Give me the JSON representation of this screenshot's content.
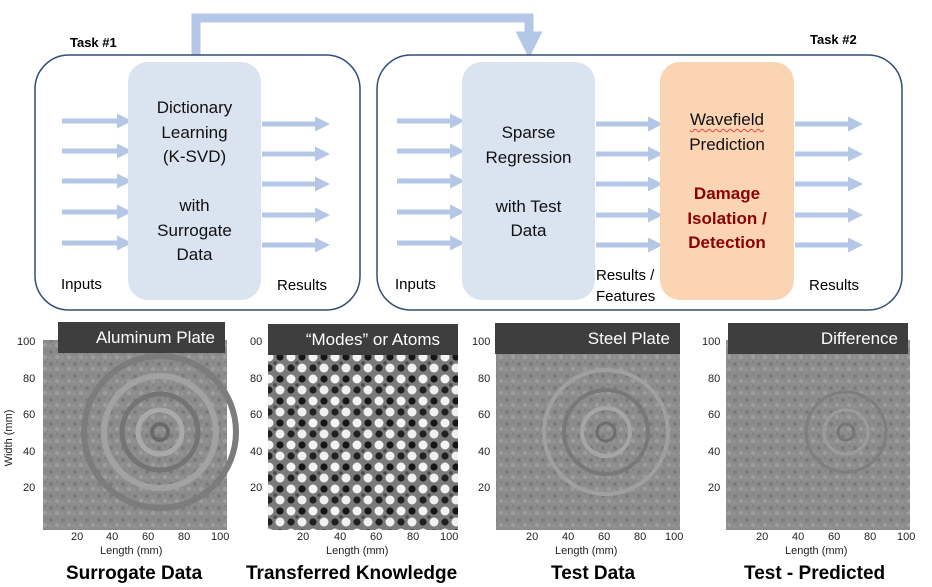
{
  "task1": {
    "label": "Task #1",
    "box_lines": [
      "Dictionary",
      "Learning",
      "(K-SVD)",
      "",
      "with",
      "Surrogate",
      "Data"
    ],
    "inputs_label": "Inputs",
    "results_label": "Results"
  },
  "task2": {
    "label": "Task #2",
    "regression_lines": [
      "Sparse",
      "Regression",
      "",
      "with Test",
      "Data"
    ],
    "prediction_lines": [
      "Wavefield",
      "Prediction"
    ],
    "damage_lines": [
      "Damage",
      "Isolation /",
      "Detection"
    ],
    "inputs_label": "Inputs",
    "results_features_lines": [
      "Results /",
      "Features"
    ],
    "results_label": "Results"
  },
  "colors": {
    "arrow": "#b4c7e7",
    "container_border": "#2f4f74",
    "box_blue": "#dae3f0",
    "box_orange": "#fbd4b4",
    "damage_text": "#8b0000",
    "strip": "#3e3e3e"
  },
  "panels": [
    {
      "strip": "Aluminum Plate",
      "caption": "Surrogate Data",
      "y_label": "Width (mm)",
      "x_label": "Length (mm)"
    },
    {
      "strip": "“Modes” or Atoms",
      "caption": "Transferred Knowledge",
      "x_label": "Length (mm)"
    },
    {
      "strip": "Steel Plate",
      "caption": "Test Data",
      "x_label": "Length (mm)"
    },
    {
      "strip": "Difference",
      "caption": "Test - Predicted",
      "x_label": "Length (mm)"
    }
  ],
  "axes": {
    "y_ticks": [
      "100",
      "80",
      "60",
      "40",
      "20"
    ],
    "panel2_y_ticks": [
      "00",
      "80",
      "60",
      "40",
      "20"
    ],
    "x_ticks": [
      "20",
      "40",
      "60",
      "80",
      "100"
    ]
  }
}
